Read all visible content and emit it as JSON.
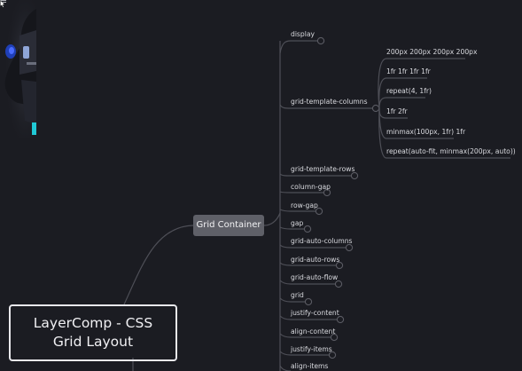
{
  "mindmap": {
    "root": {
      "line1": "LayerComp - CSS",
      "line2": "Grid Layout"
    },
    "hub": {
      "label": "Grid Container"
    },
    "properties": [
      {
        "label": "display"
      },
      {
        "label": "grid-template-columns"
      },
      {
        "label": "grid-template-rows"
      },
      {
        "label": "column-gap"
      },
      {
        "label": "row-gap"
      },
      {
        "label": "gap"
      },
      {
        "label": "grid-auto-columns"
      },
      {
        "label": "grid-auto-rows"
      },
      {
        "label": "grid-auto-flow"
      },
      {
        "label": "grid"
      },
      {
        "label": "justify-content"
      },
      {
        "label": "align-content"
      },
      {
        "label": "justify-items"
      },
      {
        "label": "align-items"
      }
    ],
    "columns_values": [
      {
        "label": "200px 200px 200px 200px"
      },
      {
        "label": "1fr 1fr 1fr 1fr"
      },
      {
        "label": "repeat(4, 1fr)"
      },
      {
        "label": "1fr 2fr"
      },
      {
        "label": "minmax(100px, 1fr) 1fr"
      },
      {
        "label": "repeat(auto-fit, minmax(200px, auto))"
      }
    ]
  },
  "icons": {
    "note": "note-lines-icon",
    "cursor": "mouse-pointer-icon"
  },
  "colors": {
    "background": "#1b1c22",
    "branch": "#5a5b63",
    "hub_fill": "#5f6068",
    "text": "#d9dadf"
  }
}
